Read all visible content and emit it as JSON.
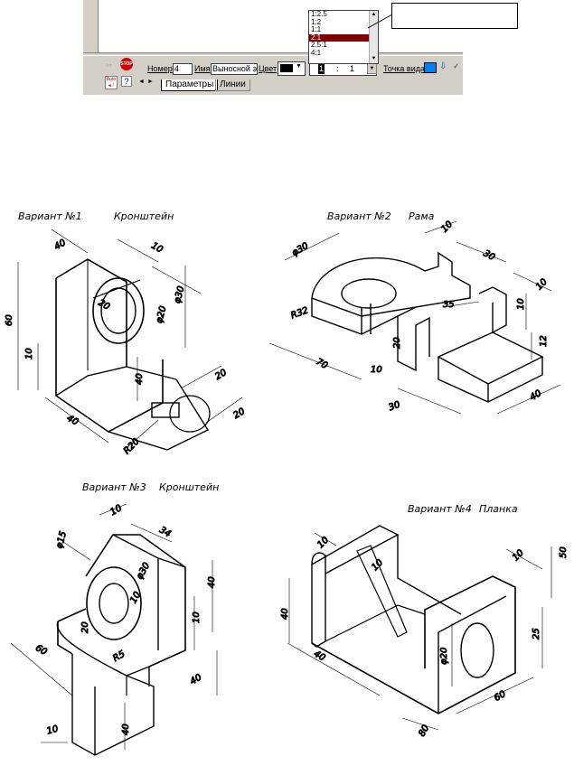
{
  "toolbar": {
    "number_label": "Номер",
    "number_value": "4",
    "name_label": "Имя",
    "name_value": "Выносной э",
    "color_label": "Цвет",
    "scale_left": "1",
    "scale_sep": ":",
    "scale_right": "1",
    "view_point_label": "Точка вида",
    "stop_label": "STOP",
    "help_label": "?",
    "tabs": [
      "Параметры",
      "Линии"
    ]
  },
  "scale_dropdown": {
    "options": [
      "1:2.5",
      "1:2",
      "1:1",
      "2:1",
      "2.5:1",
      "4:1"
    ],
    "selected": "2:1"
  },
  "callout_text": "",
  "variants": [
    {
      "title": "Вариант №1",
      "name": "Кронштейн",
      "dims": [
        "40",
        "10",
        "60",
        "20",
        "φ30",
        "φ20",
        "10",
        "40",
        "20",
        "40",
        "R20",
        "20"
      ]
    },
    {
      "title": "Вариант №2",
      "name": "Рама",
      "dims": [
        "φ30",
        "10",
        "30",
        "10",
        "R32",
        "35",
        "10",
        "20",
        "12",
        "70",
        "10",
        "30",
        "40"
      ]
    },
    {
      "title": "Вариант №3",
      "name": "Кронштейн",
      "dims": [
        "10",
        "34",
        "φ15",
        "φ30",
        "10",
        "20",
        "R5",
        "40",
        "10",
        "40",
        "60",
        "40",
        "10"
      ]
    },
    {
      "title": "Вариант №4",
      "name": "Планка",
      "dims": [
        "10",
        "10",
        "10",
        "50",
        "40",
        "40",
        "φ20",
        "25",
        "60",
        "80"
      ]
    }
  ],
  "colors": {
    "panel": "#d4d0c8",
    "selected_option": "#800000",
    "text": "#000000"
  }
}
